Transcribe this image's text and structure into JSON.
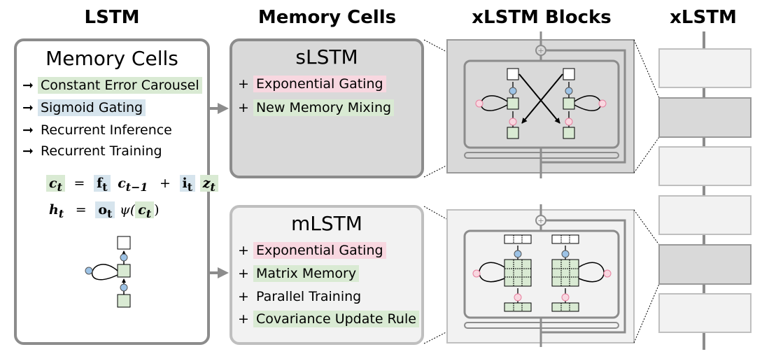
{
  "headers": {
    "lstm": "LSTM",
    "memory_cells": "Memory Cells",
    "xlstm_blocks": "xLSTM Blocks",
    "xlstm": "xLSTM"
  },
  "lstm_panel": {
    "title": "Memory Cells",
    "features": [
      {
        "arrow": "➞",
        "text": "Constant Error Carousel",
        "highlight": "green"
      },
      {
        "arrow": "➞",
        "text": "Sigmoid Gating",
        "highlight": "blue"
      },
      {
        "arrow": "➞",
        "text": "Recurrent Inference",
        "highlight": "none"
      },
      {
        "arrow": "➞",
        "text": "Recurrent Training",
        "highlight": "none"
      }
    ],
    "formula1": {
      "lhs": "c",
      "lhs_sub": "t",
      "eq": "=",
      "f": "f",
      "f_sub": "t",
      "c_prev": "c",
      "c_prev_sub": "t−1",
      "plus": "+",
      "i": "i",
      "i_sub": "t",
      "z": "z",
      "z_sub": "t"
    },
    "formula2": {
      "lhs": "h",
      "lhs_sub": "t",
      "eq": "=",
      "o": "o",
      "o_sub": "t",
      "psi": "ψ(",
      "c": "c",
      "c_sub": "t",
      "close": ")"
    }
  },
  "slstm_panel": {
    "title": "sLSTM",
    "features": [
      {
        "prefix": "+",
        "text": "Exponential Gating",
        "highlight": "pink"
      },
      {
        "prefix": "+",
        "text": "New Memory Mixing",
        "highlight": "green"
      }
    ]
  },
  "mlstm_panel": {
    "title": "mLSTM",
    "features": [
      {
        "prefix": "+",
        "text": "Exponential Gating",
        "highlight": "pink"
      },
      {
        "prefix": "+",
        "text": "Matrix Memory",
        "highlight": "green"
      },
      {
        "prefix": "+",
        "text": "Parallel Training",
        "highlight": "none"
      },
      {
        "prefix": "+",
        "text": "Covariance Update Rule",
        "highlight": "green"
      }
    ]
  },
  "xlstm_stack": {
    "blocks": [
      "light",
      "dark",
      "light",
      "light",
      "dark",
      "light"
    ]
  },
  "colors": {
    "border": "#8c8c8c",
    "dark_fill": "#d9d9d9",
    "light_fill": "#f2f2f2",
    "pink": "#f8d7e0",
    "green": "#d9ead3",
    "blue": "#d6e4ed",
    "gate_pink": "#e8809f",
    "gate_blue": "#9dc3e6"
  }
}
